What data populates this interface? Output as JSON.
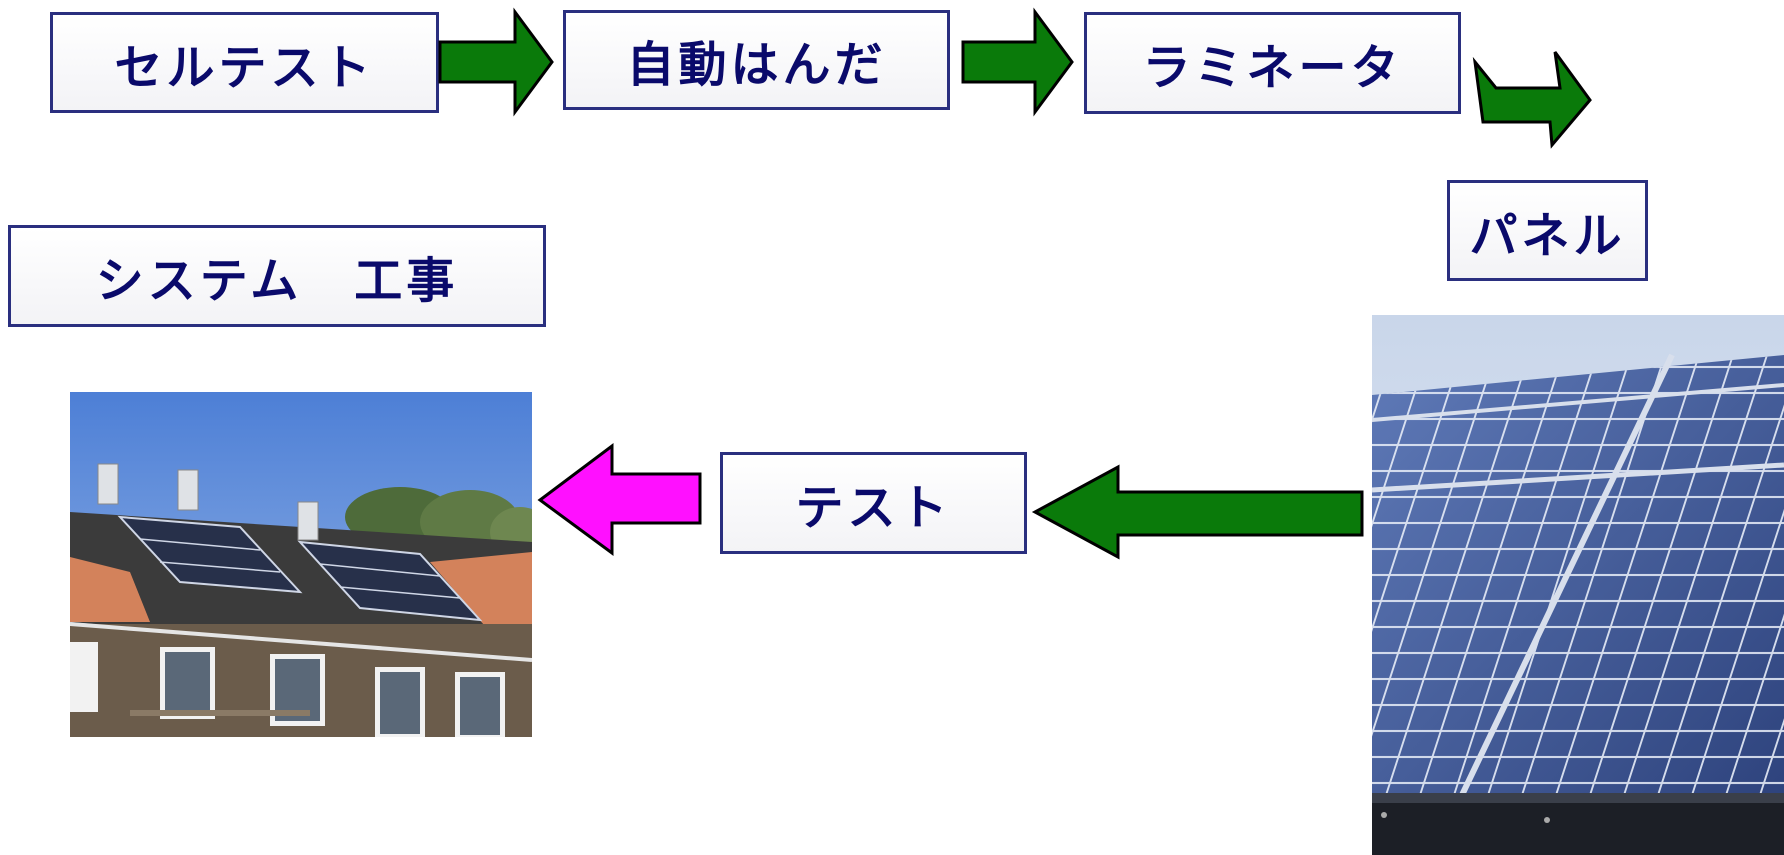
{
  "flow": {
    "steps": {
      "cell_test": "セルテスト",
      "auto_solder": "自動はんだ",
      "laminator": "ラミネータ",
      "panel": "パネル",
      "test": "テスト",
      "system_install": "システム　工事"
    },
    "arrows": [
      {
        "from": "cell_test",
        "to": "auto_solder",
        "color": "#0a7a0a"
      },
      {
        "from": "auto_solder",
        "to": "laminator",
        "color": "#0a7a0a"
      },
      {
        "from": "laminator",
        "to": "panel",
        "color": "#0a7a0a"
      },
      {
        "from": "panel",
        "to": "test",
        "color": "#0a7a0a"
      },
      {
        "from": "test",
        "to": "system_install",
        "color": "#ff10ff"
      }
    ]
  },
  "colors": {
    "box_border": "#2a2f7f",
    "text": "#0a0a6b",
    "arrow_green": "#0a7a0a",
    "arrow_magenta": "#ff10ff"
  }
}
